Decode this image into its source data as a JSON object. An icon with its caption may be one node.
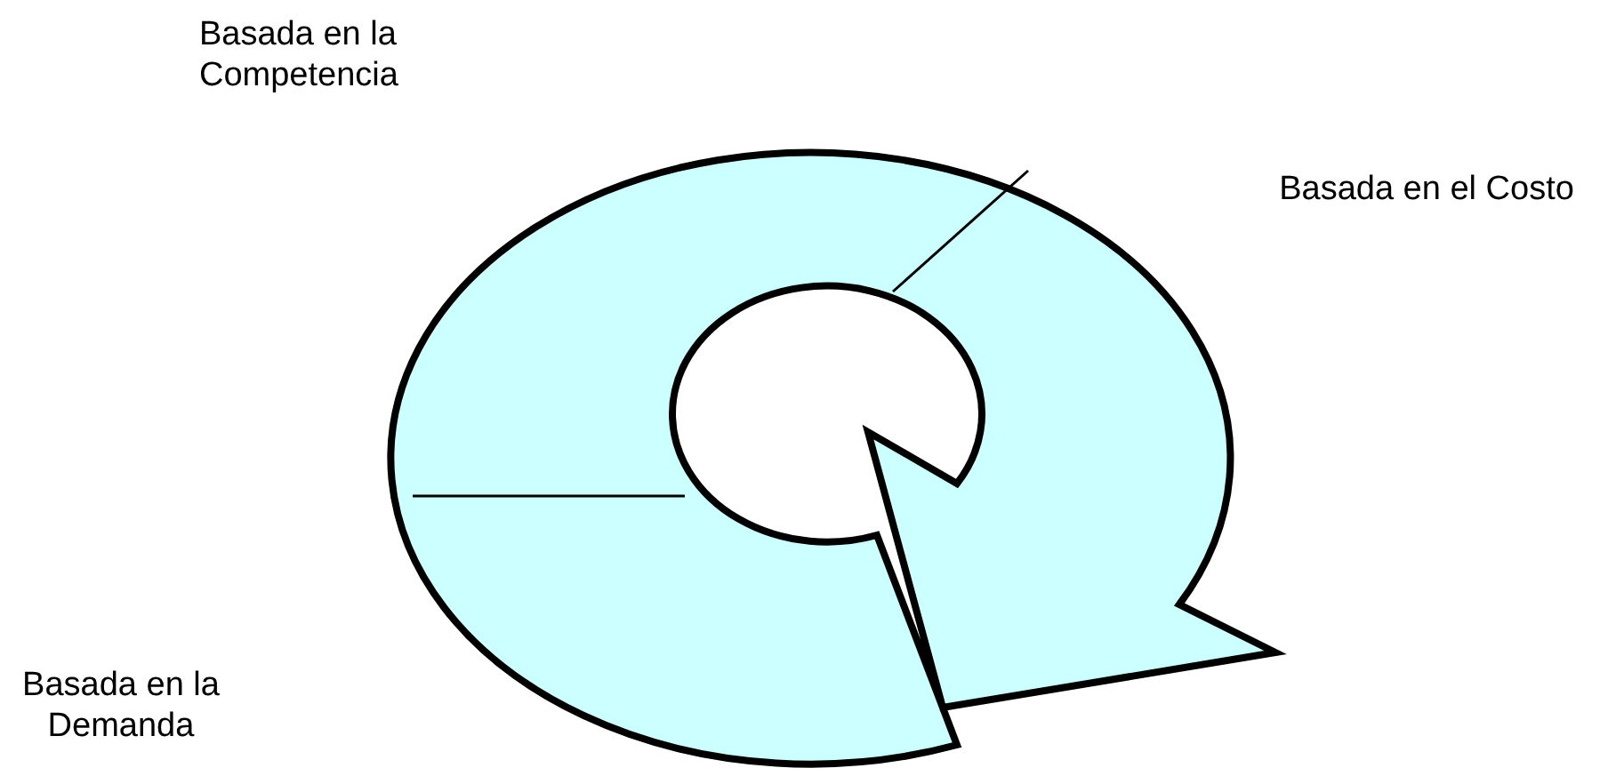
{
  "diagram": {
    "labels": [
      "Basada en la Competencia",
      "Basada en el Costo",
      "Basada en la Demanda"
    ]
  }
}
